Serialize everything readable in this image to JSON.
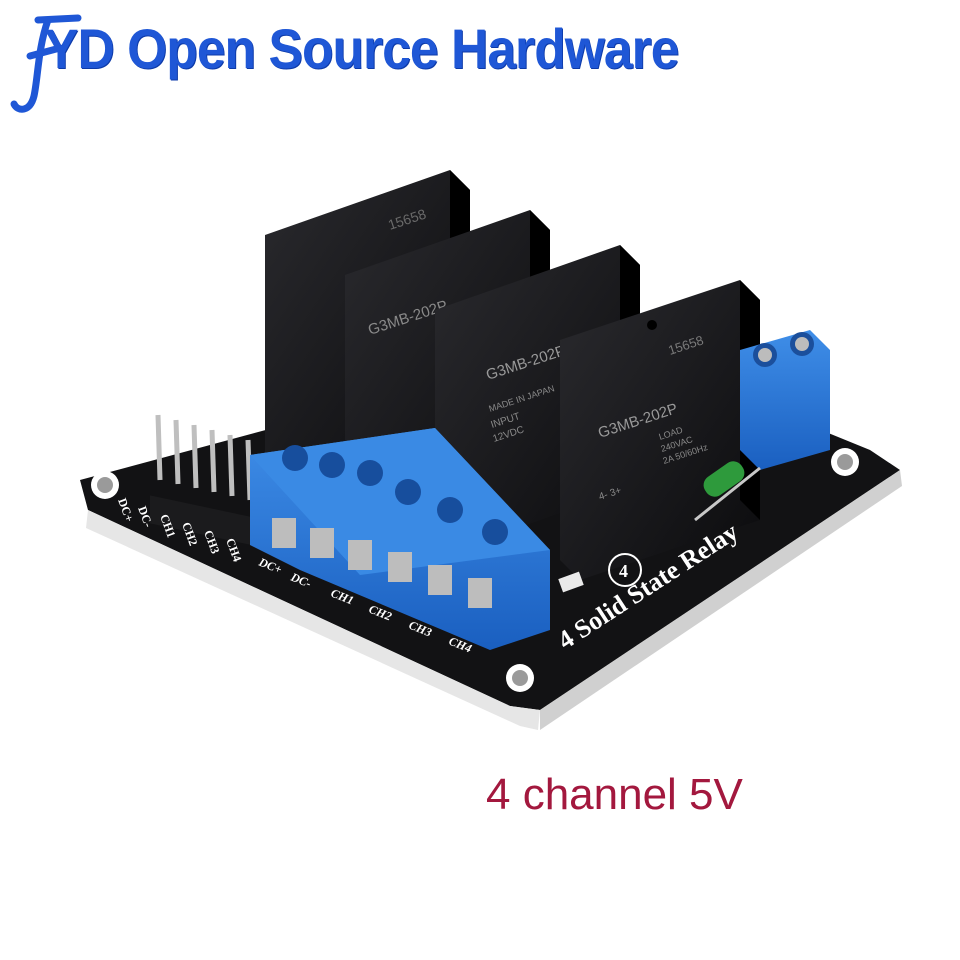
{
  "brand": {
    "text": "YD Open Source Hardware",
    "color": "#1f57d6"
  },
  "caption": {
    "text": "4 channel 5V",
    "color": "#a3183e"
  },
  "product": {
    "relay_model": "G3MB-202P",
    "relay_serial": "15658",
    "relay_made_in": "MADE IN JAPAN",
    "relay_input": "INPUT",
    "relay_input_voltage": "12VDC",
    "relay_pins": "4- 3+",
    "relay_load_label": "LOAD",
    "relay_load_voltage": "240VAC",
    "relay_load_current": "2A 50/60Hz",
    "board_title": "4 Solid State Relay",
    "board_title_badge": "4",
    "pin_labels": [
      "DC+",
      "DC-",
      "CH1",
      "CH2",
      "CH3",
      "CH4"
    ],
    "terminal_labels": [
      "DC+",
      "DC-",
      "CH1",
      "CH2",
      "CH3",
      "CH4"
    ]
  }
}
